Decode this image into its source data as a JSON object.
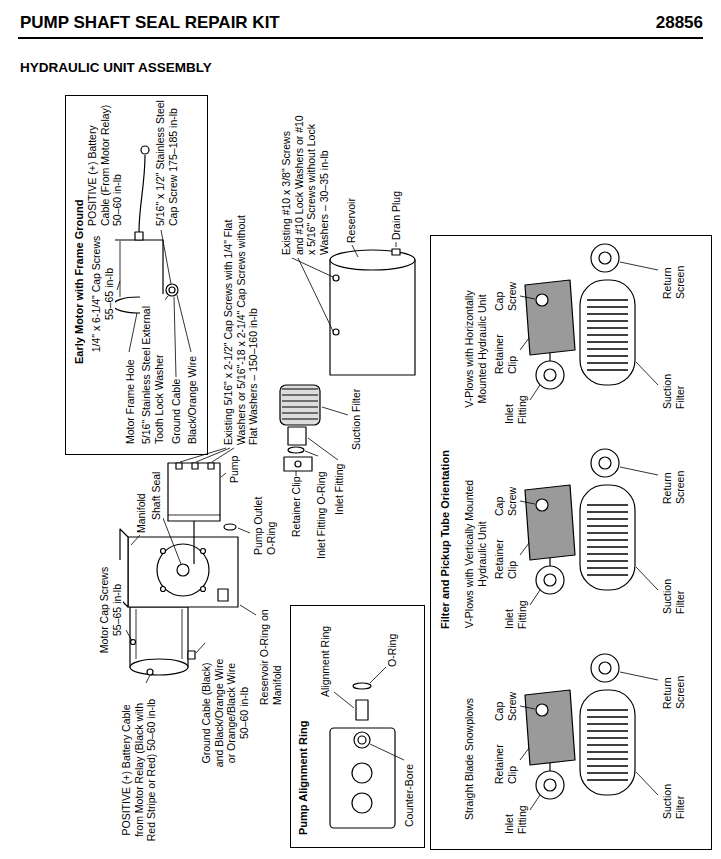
{
  "diagram": {
    "title": "PUMP SHAFT SEAL REPAIR KIT",
    "nodes": [
      {
        "text": [
          "Early Motor with Frame Ground",
          "1/4\" x 6-1/4\" Cap Screws 55–65 in-lb",
          "Motor Frame Hole",
          "5/16\" Stainless Steel External Tooth Lock Washer",
          "Ground Cable",
          "Black/Orange Wire",
          "POSITIVE (+) Battery Cable (From Motor Relay) 50–60 in-lb",
          "5/16\" x 1/2\" Stainless Steel Cap Screw 175–185 in-lb"
        ]
      },
      {
        "text": [
          "Pump Alignment Ring",
          "Alignment Ring",
          "O-Ring",
          "Counter-Bore"
        ]
      },
      {
        "text": [
          "Filter and Pickup Tube Orientation",
          "Straight Blade Snowplows",
          "Inlet Fitting",
          "Retainer Clip",
          "Cap Screw",
          "Suction Filter",
          "Return Screen",
          "V-Plows with Vertically Mounted Hydraulic Unit",
          "Inlet Fitting",
          "Retainer Clip",
          "Cap Screw",
          "Suction Filter",
          "Return Screen",
          "V-Plows with Horizontally Mounted Hydraulic Unit",
          "Inlet Fitting",
          "Retainer Clip",
          "Cap Screw",
          "Suction Filter",
          "Return Screen"
        ]
      }
    ],
    "labels": [
      "28856",
      "HYDRAULIC UNIT ASSEMBLY",
      "Motor Cap Screws 55–65 in-lb",
      "POSITIVE (+) Battery Cable from Motor Relay (Black with Red Stripe or Red) 50–60 in-lb",
      "Ground Cable (Black) and Black/Orange Wire or Orange/Black Wire 50–60 in-lb",
      "Reservoir O-Ring on Manifold",
      "Manifold",
      "Shaft Seal",
      "Pump Outlet O-Ring",
      "Pump",
      "Retainer Clip",
      "Inlet Fitting O-Ring",
      "Inlet Fitting",
      "Suction Filter",
      "Existing 5/16\" x 2-1/2\" Cap Screws with 1/4\" Flat Washers or 5/16\"-18 x 2-1/4\" Cap Screws without Flat Washers – 150–160 in-lb",
      "Existing #10 x 3/8\" Screws and #10 Lock Washers or #10 x 5/16\" Screws without Lock Washers – 30–35 in-lb",
      "Reservoir",
      "Drain Plug"
    ]
  }
}
